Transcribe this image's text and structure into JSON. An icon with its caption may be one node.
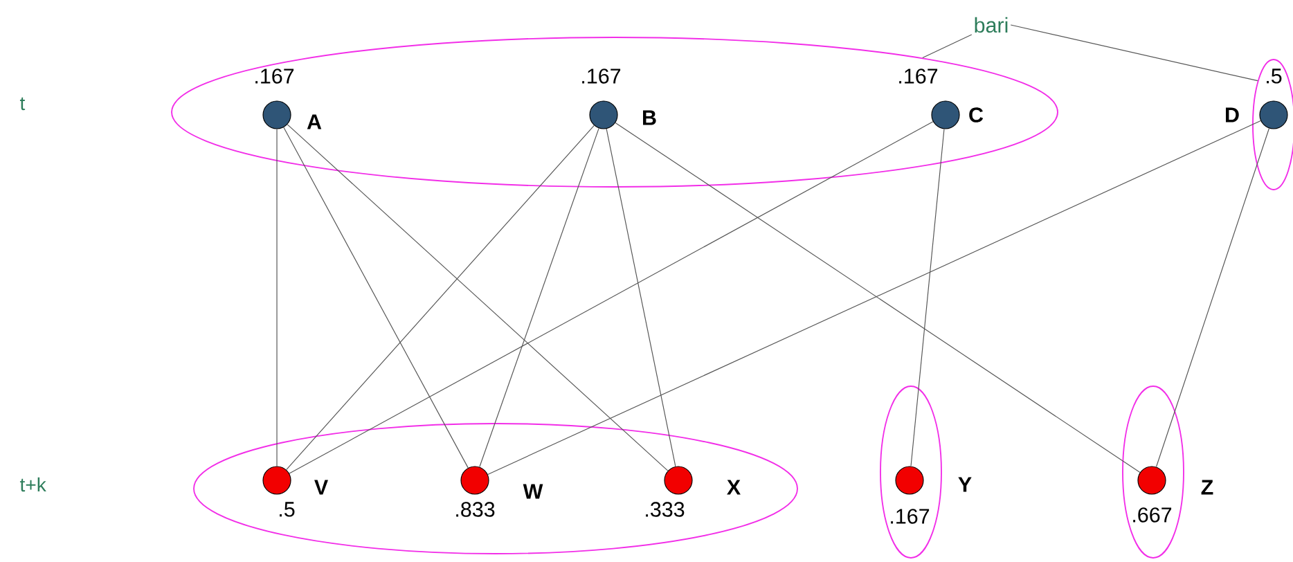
{
  "diagram": {
    "nodes": [
      {
        "text": [
          "bari"
        ]
      },
      {
        "text": [],
        "shape": "ellipse"
      },
      {
        "text": [],
        "shape": "circle",
        "beside": [
          ".167",
          "A"
        ],
        "in": 1
      },
      {
        "text": [],
        "shape": "circle",
        "beside": [
          ".167",
          "B"
        ],
        "in": 1
      },
      {
        "text": [],
        "shape": "circle",
        "beside": [
          ".167",
          "C"
        ],
        "in": 1
      },
      {
        "text": [],
        "shape": "ellipse"
      },
      {
        "text": [],
        "shape": "circle",
        "beside": [
          ".5",
          "D"
        ],
        "in": 5
      },
      {
        "text": [],
        "shape": "ellipse"
      },
      {
        "text": [],
        "shape": "circle",
        "beside": [
          ".5",
          "V"
        ],
        "in": 7
      },
      {
        "text": [],
        "shape": "circle",
        "beside": [
          ".833",
          "W"
        ],
        "in": 7
      },
      {
        "text": [],
        "shape": "circle",
        "beside": [
          ".333",
          "X"
        ],
        "in": 7
      },
      {
        "text": [],
        "shape": "ellipse"
      },
      {
        "text": [],
        "shape": "circle",
        "beside": [
          ".167",
          "Y"
        ],
        "in": 11
      },
      {
        "text": [],
        "shape": "ellipse"
      },
      {
        "text": [],
        "shape": "circle",
        "beside": [
          ".667",
          "Z"
        ],
        "in": 13
      }
    ],
    "edges": [
      {
        "from": 0,
        "to": 1,
        "arrow": "none"
      },
      {
        "from": 0,
        "to": 5,
        "arrow": "none"
      },
      {
        "from": 2,
        "to": 8,
        "arrow": "none"
      },
      {
        "from": 2,
        "to": 9,
        "arrow": "none"
      },
      {
        "from": 2,
        "to": 10,
        "arrow": "none"
      },
      {
        "from": 3,
        "to": 8,
        "arrow": "none"
      },
      {
        "from": 3,
        "to": 9,
        "arrow": "none"
      },
      {
        "from": 3,
        "to": 10,
        "arrow": "none"
      },
      {
        "from": 3,
        "to": 14,
        "arrow": "none"
      },
      {
        "from": 4,
        "to": 8,
        "arrow": "none"
      },
      {
        "from": 4,
        "to": 12,
        "arrow": "none"
      },
      {
        "from": 6,
        "to": 9,
        "arrow": "none"
      },
      {
        "from": 6,
        "to": 14,
        "arrow": "none"
      }
    ],
    "labels": [
      "t",
      "t+k"
    ]
  }
}
